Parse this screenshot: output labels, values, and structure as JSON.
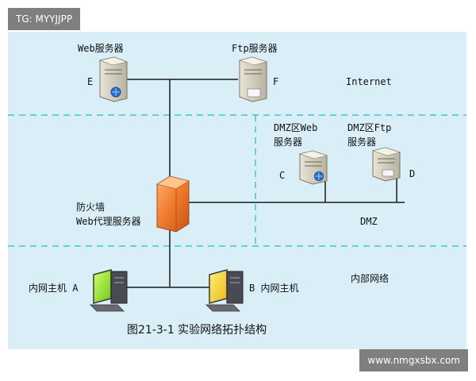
{
  "watermark_top": "TG: MYYJJPP",
  "watermark_bottom": "www.nmgxsbx.com",
  "nodes": {
    "web_server": {
      "title": "Web服务器",
      "id": "E"
    },
    "ftp_server": {
      "title": "Ftp服务器",
      "id": "F"
    },
    "dmz_web": {
      "title_line1": "DMZ区Web",
      "title_line2": "服务器",
      "id": "C"
    },
    "dmz_ftp": {
      "title_line1": "DMZ区Ftp",
      "title_line2": "服务器",
      "id": "D"
    },
    "firewall": {
      "title_line1": "防火墙",
      "title_line2": "Web代理服务器"
    },
    "host_a": {
      "label": "内网主机 A"
    },
    "host_b": {
      "label": "B 内网主机"
    }
  },
  "zones": {
    "internet": "Internet",
    "dmz": "DMZ",
    "intranet": "内部网络"
  },
  "caption": "图21-3-1   实验网络拓扑结构",
  "colors": {
    "panel": "#daeef7",
    "dashed": "#3cc8c8",
    "line": "#1a1a1a",
    "firewall": "#f07a2a",
    "watermark": "#7f7f7f"
  }
}
